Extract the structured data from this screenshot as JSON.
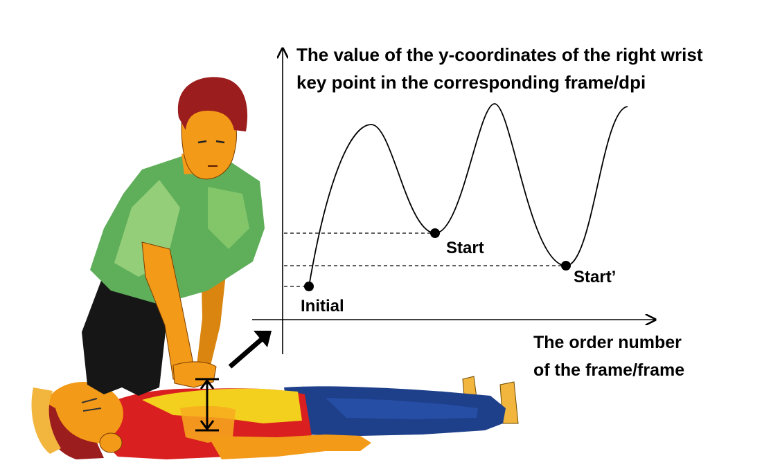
{
  "diagram": {
    "y_axis_label_line1": "The value of the y-coordinates of the right wrist",
    "y_axis_label_line2": "key point in the corresponding frame/dpi",
    "x_axis_label_line1": "The order number",
    "x_axis_label_line2": "of the frame/frame",
    "point_initial": "Initial",
    "point_start": "Start",
    "point_start_prime": "Start’"
  },
  "colors": {
    "shirt_green": "#5fae5a",
    "shirt_light": "#9fd47f",
    "skin": "#f39a18",
    "hair": "#9c1d1d",
    "patient_shirt": "#d91f1f",
    "patient_chest": "#f4d01e",
    "jeans": "#1e3f8a",
    "pants_black": "#161616",
    "line": "#000000"
  },
  "icons": [
    "rescuer-figure",
    "patient-figure",
    "compression-depth-icon",
    "pointer-arrow-icon"
  ]
}
